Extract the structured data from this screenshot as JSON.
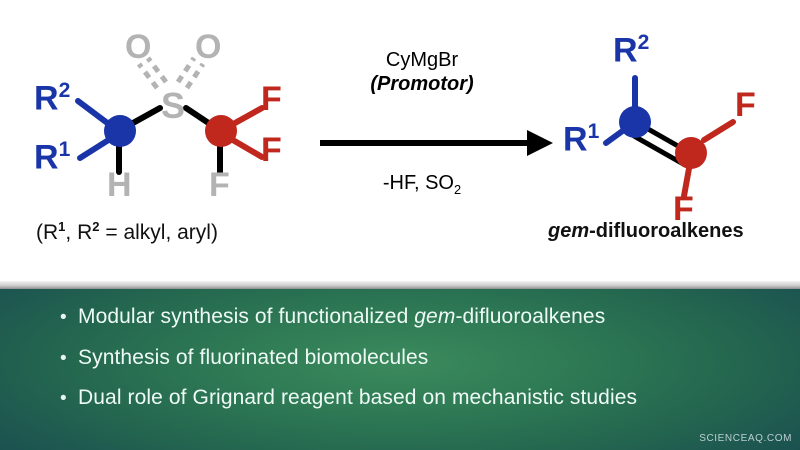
{
  "scheme": {
    "starting_material": {
      "labels": {
        "r2": "R",
        "r2_sup": "2",
        "r1": "R",
        "r1_sup": "1",
        "hydrogen": "H",
        "sulfur": "S",
        "oxygen_left": "O",
        "oxygen_right": "O",
        "fluorine_top": "F",
        "fluorine_mid": "F",
        "fluorine_bottom": "F"
      },
      "caption_prefix": "(R",
      "caption": "(R1, R2 = alkyl, aryl)",
      "caption_parts": {
        "open": "(R",
        "sup1": "1",
        "comma": ", R",
        "sup2": "2",
        "rest": " = alkyl, aryl)"
      }
    },
    "arrow": {
      "reagent_line1": "CyMgBr",
      "reagent_line2": "(Promotor)",
      "byproducts_prefix": "-HF, SO",
      "byproducts_sub": "2"
    },
    "product": {
      "labels": {
        "r2": "R",
        "r2_sup": "2",
        "r1": "R",
        "r1_sup": "1",
        "fluorine_right": "F",
        "fluorine_bottom": "F"
      },
      "caption_italic": "gem",
      "caption_rest": "-difluoroalkenes"
    },
    "colors": {
      "blue_atom": "#1a35a8",
      "red_atom": "#c0281e",
      "gray_heteroatom": "#b3b3b3",
      "bond_black": "#000000",
      "background": "#ffffff"
    }
  },
  "banner": {
    "bullet_char": "•",
    "bullets": [
      {
        "pre": "Modular synthesis of functionalized ",
        "italic": "gem",
        "post": "-difluoroalkenes"
      },
      {
        "pre": "Synthesis of fluorinated biomolecules",
        "italic": "",
        "post": ""
      },
      {
        "pre": "Dual role of Grignard reagent based on mechanistic studies",
        "italic": "",
        "post": ""
      }
    ],
    "watermark": "SCIENCEAQ.COM",
    "colors": {
      "center_green": "#2f7b55",
      "edge_navy": "#15304c",
      "text": "#eefaf6"
    }
  }
}
